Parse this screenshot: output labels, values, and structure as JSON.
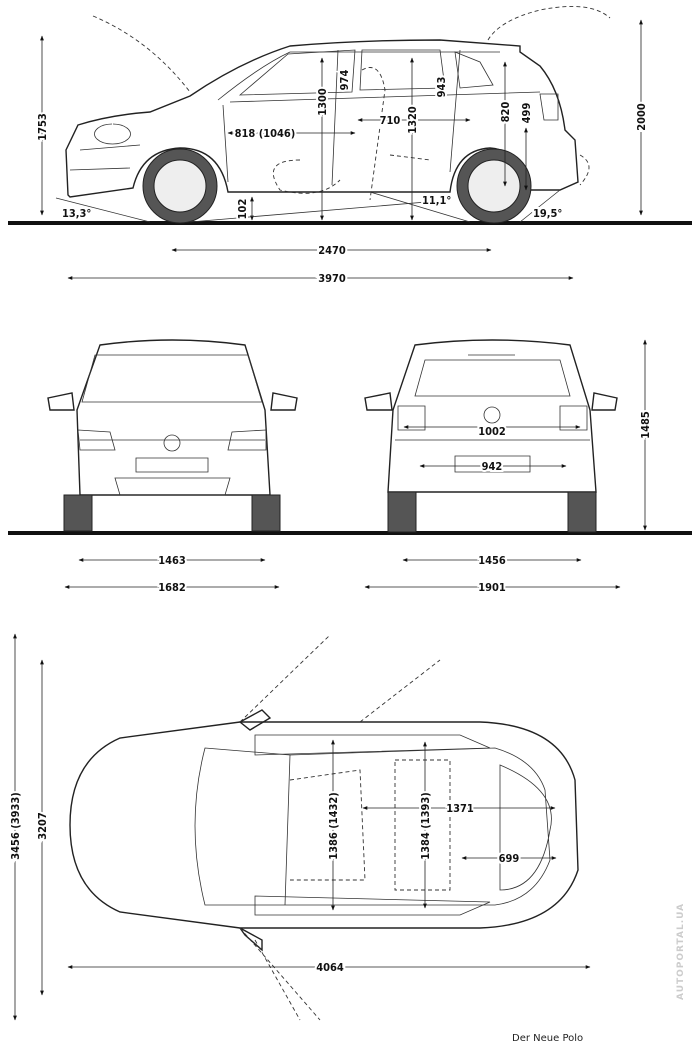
{
  "caption": "Der Neue Polo",
  "watermark": "AUTOPORTAL.UA",
  "side_view": {
    "overall_height_open_hatch": "2000",
    "height_open_bonnet": "1753",
    "front_headroom": "1300",
    "front_seat_to_roof": "974",
    "rear_headroom": "1320",
    "rear_seat_to_roof": "943",
    "rear_opening_height": "820",
    "rear_window_height": "499",
    "front_legroom": "818 (1046)",
    "rear_legroom": "710",
    "ground_clearance": "102",
    "approach_angle": "13,3°",
    "ramp_angle": "11,1°",
    "departure_angle": "19,5°",
    "wheelbase": "2470",
    "overall_length": "3970"
  },
  "front_view": {
    "front_track": "1463",
    "width": "1682"
  },
  "rear_view": {
    "height": "1485",
    "loading_width": "1002",
    "tailgate_opening_width": "942",
    "rear_track": "1456",
    "width_with_mirrors": "1901"
  },
  "top_view": {
    "turning_width_doors_open": "3456 (3933)",
    "width_doors_open": "3207",
    "front_shoulder_width": "1386 (1432)",
    "rear_shoulder_width": "1384 (1393)",
    "interior_length": "1371",
    "boot_length": "699",
    "length_with_doors": "4064"
  }
}
